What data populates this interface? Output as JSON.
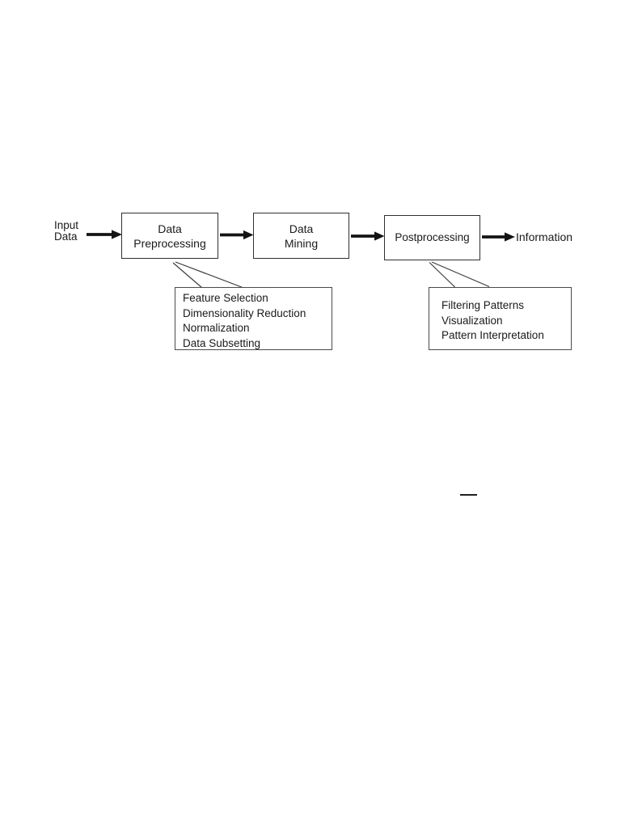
{
  "flow": {
    "input_label": {
      "lines": [
        "Input",
        "Data"
      ]
    },
    "boxes": [
      {
        "lines": [
          "Data",
          "Preprocessing"
        ]
      },
      {
        "lines": [
          "Data",
          "Mining"
        ]
      },
      {
        "lines": [
          "Postprocessing"
        ]
      }
    ],
    "output_label": "Information"
  },
  "callouts": [
    {
      "items": [
        "Feature Selection",
        "Dimensionality Reduction",
        "Normalization",
        "Data Subsetting"
      ]
    },
    {
      "items": [
        "Filtering Patterns",
        "Visualization",
        "Pattern Interpretation"
      ]
    }
  ],
  "colors": {
    "background": "#ffffff",
    "text": "#1a1a1a",
    "box_border": "#2f2f2f",
    "callout_border": "#4a4a4a",
    "arrow": "#141414"
  }
}
